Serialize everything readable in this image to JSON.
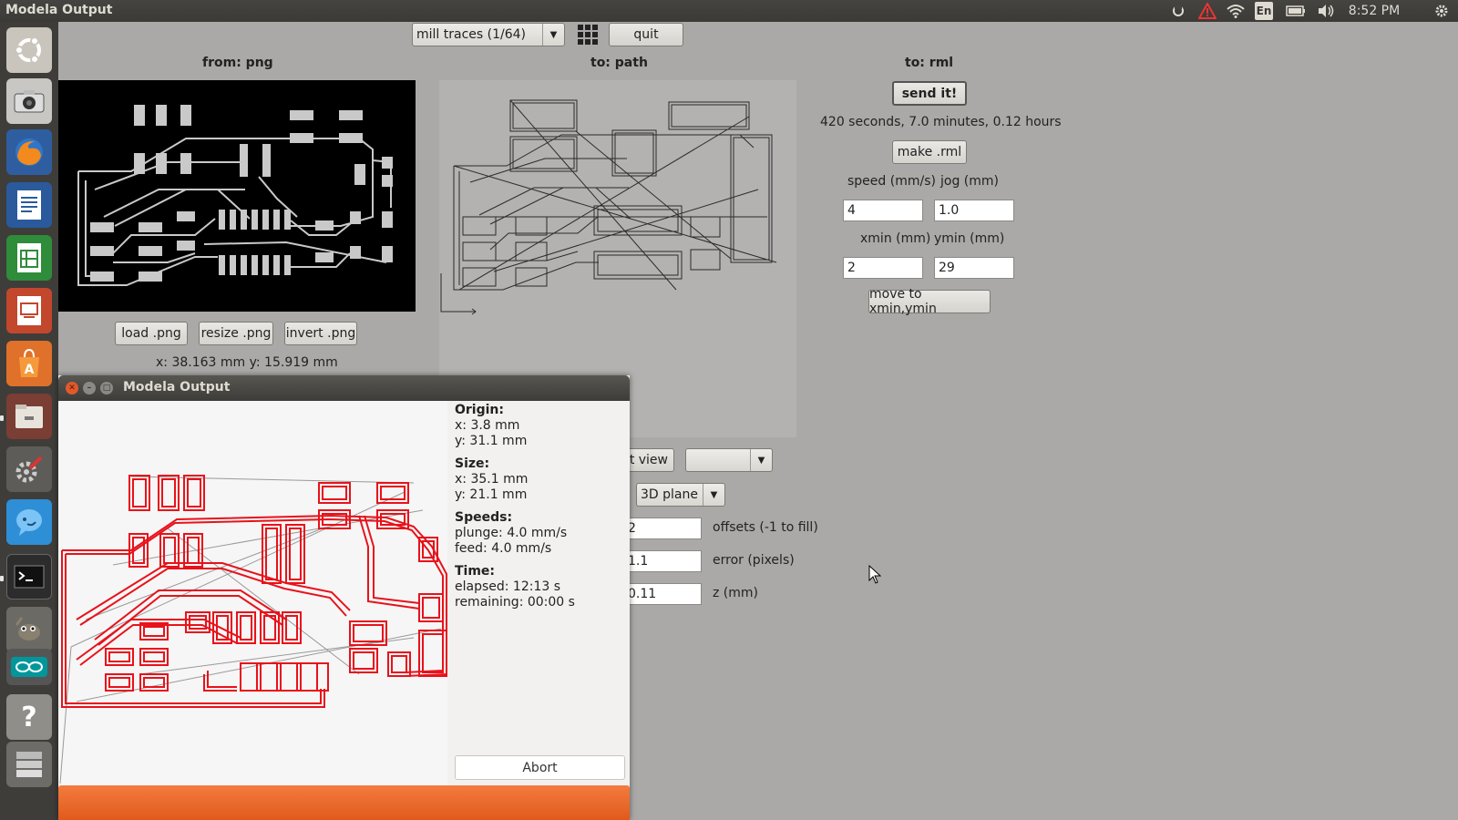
{
  "topbar": {
    "app_title": "Modela Output",
    "keyboard_layout": "En",
    "clock": "8:52 PM"
  },
  "launcher": {
    "items": [
      "ubuntu-dash-icon",
      "camera-icon",
      "firefox-icon",
      "writer-icon",
      "calc-icon",
      "impress-icon",
      "software-center-icon",
      "files-icon",
      "settings-icon",
      "empathy-icon",
      "terminal-icon",
      "gimp-icon",
      "arduino-icon",
      "help-icon",
      "stack-icon"
    ]
  },
  "toolbar": {
    "process_select": "mill traces (1/64)",
    "quit_label": "quit"
  },
  "from_png": {
    "heading": "from: png",
    "load_label": "load .png",
    "resize_label": "resize .png",
    "invert_label": "invert .png",
    "size_readout": "x: 38.163 mm  y: 15.919 mm"
  },
  "to_path": {
    "heading": "to: path",
    "view_button_partial": "et view",
    "view_select": "",
    "plane_select": "3D plane",
    "offsets_value": "2",
    "offsets_label": "offsets (-1 to fill)",
    "error_value": "1.1",
    "error_label": "error (pixels)",
    "z_value": "0.11",
    "z_label": "z (mm)"
  },
  "to_rml": {
    "heading": "to: rml",
    "send_label": "send it!",
    "time_estimate": "420 seconds, 7.0 minutes, 0.12 hours",
    "make_label": "make .rml",
    "speed_label": "speed (mm/s)",
    "jog_label": "jog (mm)",
    "speed_value": "4",
    "jog_value": "1.0",
    "xmin_label": "xmin (mm)",
    "ymin_label": "ymin (mm)",
    "xmin_value": "2",
    "ymin_value": "29",
    "move_label": "move to xmin,ymin"
  },
  "dialog": {
    "title": "Modela Output",
    "origin_heading": "Origin:",
    "origin_x": "x: 3.8 mm",
    "origin_y": "y: 31.1 mm",
    "size_heading": "Size:",
    "size_x": "x: 35.1 mm",
    "size_y": "y: 21.1 mm",
    "speeds_heading": "Speeds:",
    "plunge": "plunge: 4.0 mm/s",
    "feed": "feed: 4.0 mm/s",
    "time_heading": "Time:",
    "elapsed": "elapsed: 12:13 s",
    "remaining": "remaining: 00:00 s",
    "abort_label": "Abort",
    "progress": 1.0
  },
  "colors": {
    "toolpath": "#e8121b",
    "progress": "#ef6a2c",
    "panel": "#aaa9a7"
  }
}
